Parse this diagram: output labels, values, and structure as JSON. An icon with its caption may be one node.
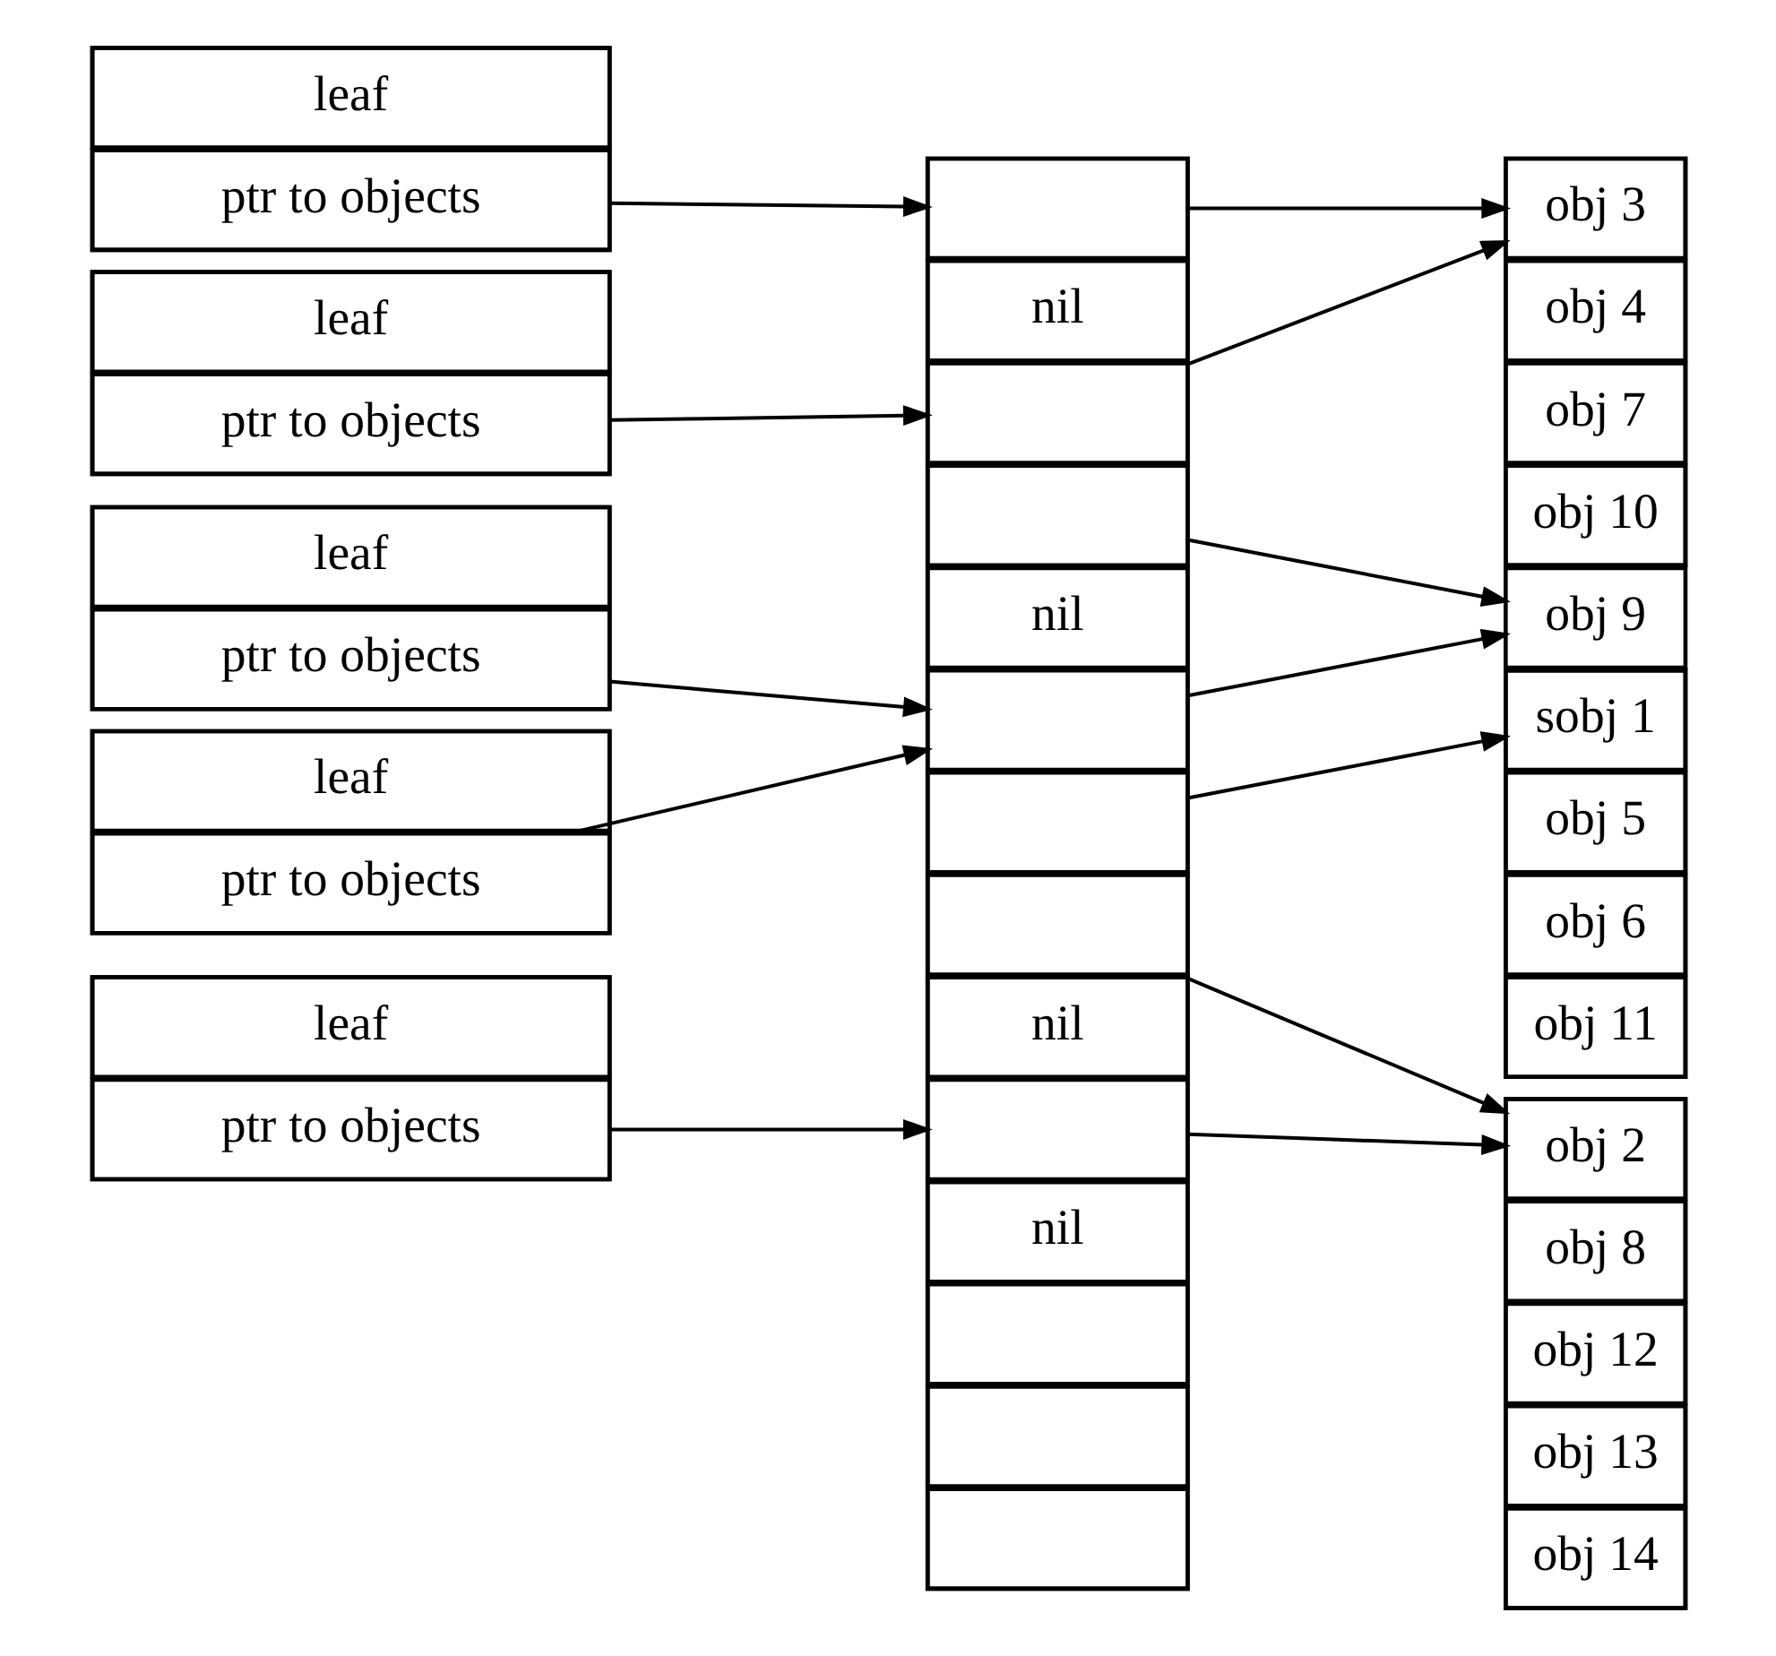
{
  "diagram": {
    "nodes": [
      {
        "text": [],
        "shape": "box"
      },
      {
        "text": [
          "leaf"
        ],
        "in": 0
      },
      {
        "text": [
          "ptr to objects"
        ],
        "in": 0
      },
      {
        "text": [],
        "shape": "box"
      },
      {
        "text": [
          "leaf"
        ],
        "in": 3
      },
      {
        "text": [
          "ptr to objects"
        ],
        "in": 3
      },
      {
        "text": [],
        "shape": "box"
      },
      {
        "text": [
          "leaf"
        ],
        "in": 6
      },
      {
        "text": [
          "ptr to objects"
        ],
        "in": 6
      },
      {
        "text": [],
        "shape": "box"
      },
      {
        "text": [
          "leaf"
        ],
        "in": 9
      },
      {
        "text": [
          "ptr to objects"
        ],
        "in": 9
      },
      {
        "text": [],
        "shape": "box"
      },
      {
        "text": [
          "leaf"
        ],
        "in": 12
      },
      {
        "text": [
          "ptr to objects"
        ],
        "in": 12
      },
      {
        "text": [],
        "shape": "box"
      },
      {
        "text": [],
        "shape": "box",
        "in": 15
      },
      {
        "text": [
          "nil"
        ],
        "in": 15
      },
      {
        "text": [],
        "shape": "box",
        "in": 15
      },
      {
        "text": [],
        "shape": "box",
        "in": 15
      },
      {
        "text": [
          "nil"
        ],
        "in": 15
      },
      {
        "text": [],
        "shape": "box",
        "in": 15
      },
      {
        "text": [],
        "shape": "box",
        "in": 15
      },
      {
        "text": [],
        "shape": "box",
        "in": 15
      },
      {
        "text": [
          "nil"
        ],
        "in": 15
      },
      {
        "text": [],
        "shape": "box",
        "in": 15
      },
      {
        "text": [
          "nil"
        ],
        "in": 15
      },
      {
        "text": [],
        "shape": "box",
        "in": 15
      },
      {
        "text": [],
        "shape": "box",
        "in": 15
      },
      {
        "text": [],
        "shape": "box",
        "in": 15
      },
      {
        "text": [],
        "shape": "box"
      },
      {
        "text": [
          "obj 3"
        ],
        "in": 30
      },
      {
        "text": [
          "obj 4"
        ],
        "in": 30
      },
      {
        "text": [
          "obj 7"
        ],
        "in": 30
      },
      {
        "text": [
          "obj 10"
        ],
        "in": 30
      },
      {
        "text": [
          "obj 9"
        ]
      },
      {
        "text": [],
        "shape": "box"
      },
      {
        "text": [
          "sobj 1"
        ],
        "in": 36
      },
      {
        "text": [
          "obj 5"
        ],
        "in": 36
      },
      {
        "text": [
          "obj 6"
        ],
        "in": 36
      },
      {
        "text": [
          "obj 11"
        ],
        "in": 36
      },
      {
        "text": [],
        "shape": "box"
      },
      {
        "text": [
          "obj 2"
        ],
        "in": 41
      },
      {
        "text": [
          "obj 8"
        ],
        "in": 41
      },
      {
        "text": [
          "obj 12"
        ],
        "in": 41
      },
      {
        "text": [
          "obj 13"
        ],
        "in": 41
      },
      {
        "text": [
          "obj 14"
        ],
        "in": 41
      }
    ],
    "edges": [
      {
        "from": 2,
        "to": 16,
        "arrow": "to"
      },
      {
        "from": 5,
        "to": 18,
        "arrow": "to"
      },
      {
        "from": 8,
        "to": 21,
        "arrow": "to"
      },
      {
        "from": 11,
        "to": 21,
        "arrow": "to"
      },
      {
        "from": 14,
        "to": 25,
        "arrow": "to"
      },
      {
        "from": 16,
        "to": 31,
        "arrow": "to"
      },
      {
        "from": 18,
        "to": 31,
        "arrow": "to"
      },
      {
        "from": 19,
        "to": 35,
        "arrow": "to"
      },
      {
        "from": 21,
        "to": 35,
        "arrow": "to"
      },
      {
        "from": 22,
        "to": 37,
        "arrow": "to"
      },
      {
        "from": 23,
        "to": 42,
        "arrow": "to"
      },
      {
        "from": 25,
        "to": 42,
        "arrow": "to"
      }
    ]
  }
}
